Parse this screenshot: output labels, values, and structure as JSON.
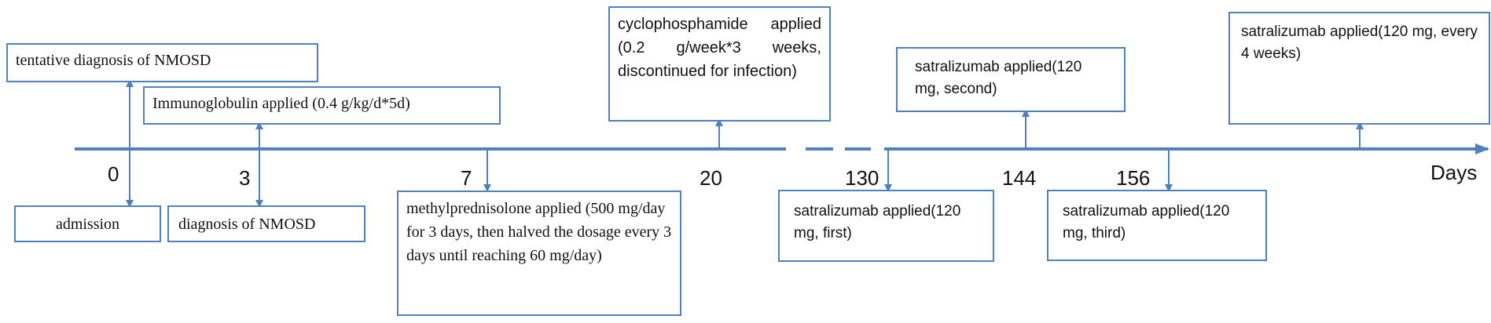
{
  "axis": {
    "ticks": [
      "0",
      "3",
      "7",
      "20",
      "130",
      "144",
      "156"
    ],
    "unit_label": "Days"
  },
  "events_above": [
    "tentative diagnosis of NMOSD",
    "Immunoglobulin applied (0.4 g/kg/d*5d)",
    "cyclophosphamide applied (0.2 g/week*3 weeks, discontinued for infection)",
    "satralizumab applied(120 mg, second)",
    "satralizumab applied(120 mg, every 4 weeks)"
  ],
  "events_below": [
    "admission",
    "diagnosis of NMOSD",
    "methylprednisolone applied (500 mg/day for 3 days, then halved the dosage every 3 days until reaching 60 mg/day)",
    "satralizumab applied(120 mg, first)",
    "satralizumab applied(120 mg, third)"
  ],
  "colors": {
    "line": "#4f81bd",
    "text": "#111111"
  }
}
